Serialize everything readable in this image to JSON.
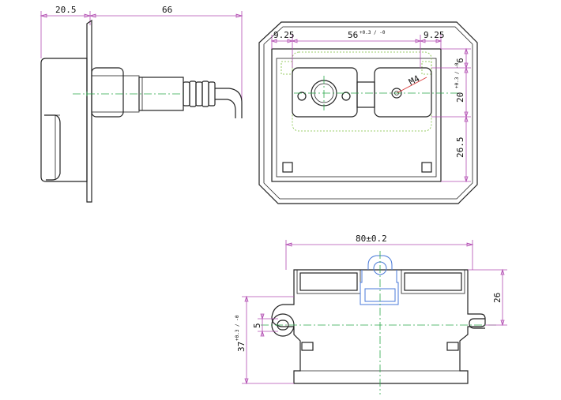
{
  "side_view": {
    "dim_width_plate": "20.5",
    "dim_length": "66"
  },
  "front_view": {
    "dim_left_margin": "9.25",
    "dim_center_width": "56",
    "dim_center_tol": "+0.3 / -0",
    "dim_right_margin": "9.25",
    "dim_top": "6",
    "dim_hole_height": "20",
    "dim_hole_tol": "+0.3 / -0",
    "dim_bottom": "26.5",
    "thread_label": "M4"
  },
  "bottom_view": {
    "dim_total_width": "80±0.2",
    "dim_right_height": "26",
    "dim_slot": "5",
    "dim_left_height": "37",
    "dim_left_tol": "+0.3 / -0"
  },
  "colors": {
    "object": "#222222",
    "dimension": "#b24cb2",
    "centerline": "#2aa84a",
    "hidden": "#7bbf3a",
    "clip": "#4a7ad8",
    "leader": "#d83a3a"
  }
}
